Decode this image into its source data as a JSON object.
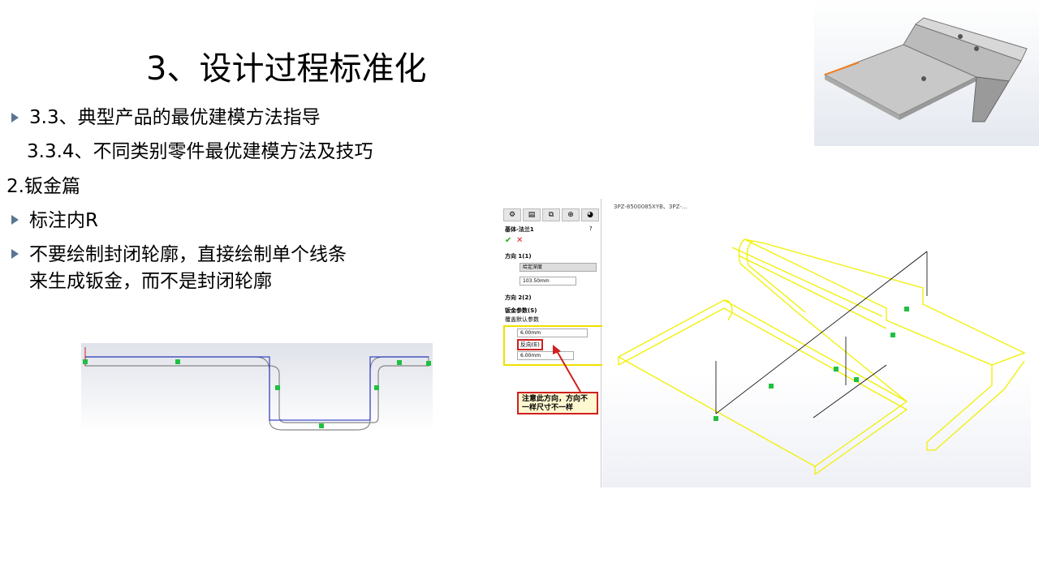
{
  "title": "3、设计过程标准化",
  "lines": [
    "3.3、典型产品的最优建模方法指导",
    "3.3.4、不同类别零件最优建模方法及技巧",
    "2.钣金篇",
    "标注内R",
    "不要绘制封闭轮廓，直接绘制单个线条",
    "来生成钣金，而不是封闭轮廓"
  ],
  "sw": {
    "tree_item": "3PZ-8500085XYB、3PZ-...",
    "feature": "基体-法兰1",
    "dir1": "方向 1(1)",
    "end_condition": "给定深度",
    "depth": "103.50mm",
    "dir2": "方向 2(2)",
    "sheet_params": "钣金参数(S)",
    "override": "覆盖默认参数",
    "thickness": "6.00mm",
    "reverse": "反向(E)",
    "radius": "6.00mm",
    "note": "注意此方向，方向不一样尺寸不一样"
  },
  "colors": {
    "accent": "#5a7590",
    "wire": "#f0f000",
    "callout": "#d02020"
  }
}
